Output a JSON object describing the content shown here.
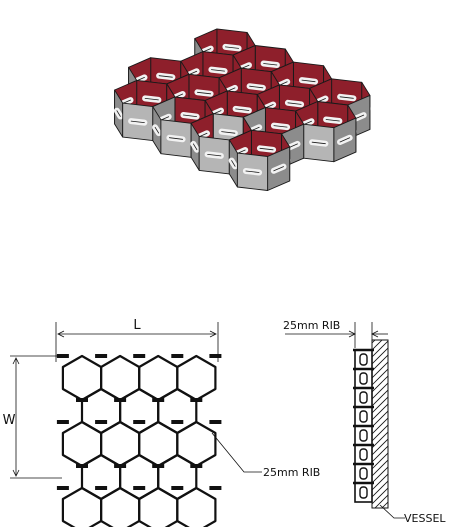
{
  "labels": {
    "length": "L",
    "width": "W",
    "rib_plan": "25mm RIB",
    "rib_section": "25mm RIB",
    "vessel": "VESSEL"
  },
  "colors": {
    "steel_face": "#8c8c8c",
    "steel_dark": "#5e5e5e",
    "steel_light": "#b5b5b5",
    "inner_red": "#8e1f2b",
    "line": "#111111"
  }
}
